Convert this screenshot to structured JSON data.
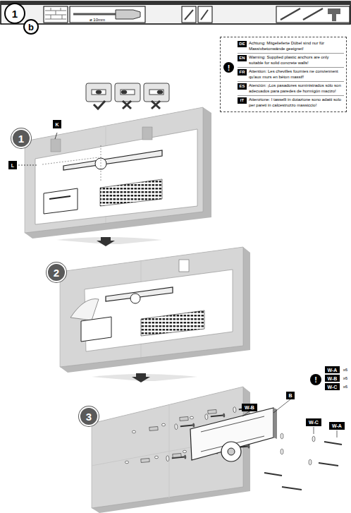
{
  "diagram": {
    "nodes": [
      {
        "text": [
          "DE",
          "Achtung: Mitgelieferte Dübel sind nur für Massivbetonwände geeignet!",
          "EN",
          "Warning: Supplied plastic anchors are only suitable for solid concrete walls!",
          "FR",
          "Attention: Les chevilles fournies ne conviennent qu'aux murs en béton massif!",
          "ES",
          "Atención: ¡Los pasadores suministrados sólo son adecuados para paredes de hormigón macizo!",
          "IT",
          "Attenzione: I tasselli in dotazione sono adatti solo per pareti in calcestruzzo massiccio!"
        ]
      }
    ],
    "labels": [
      "1",
      "b",
      "ø 10mm",
      "!",
      "1",
      "K",
      "L",
      "2",
      "3",
      "!",
      "W-A",
      "x6",
      "W-B",
      "x6",
      "W-C",
      "x6",
      "W-B",
      "B",
      "W-C",
      "W-A"
    ]
  }
}
